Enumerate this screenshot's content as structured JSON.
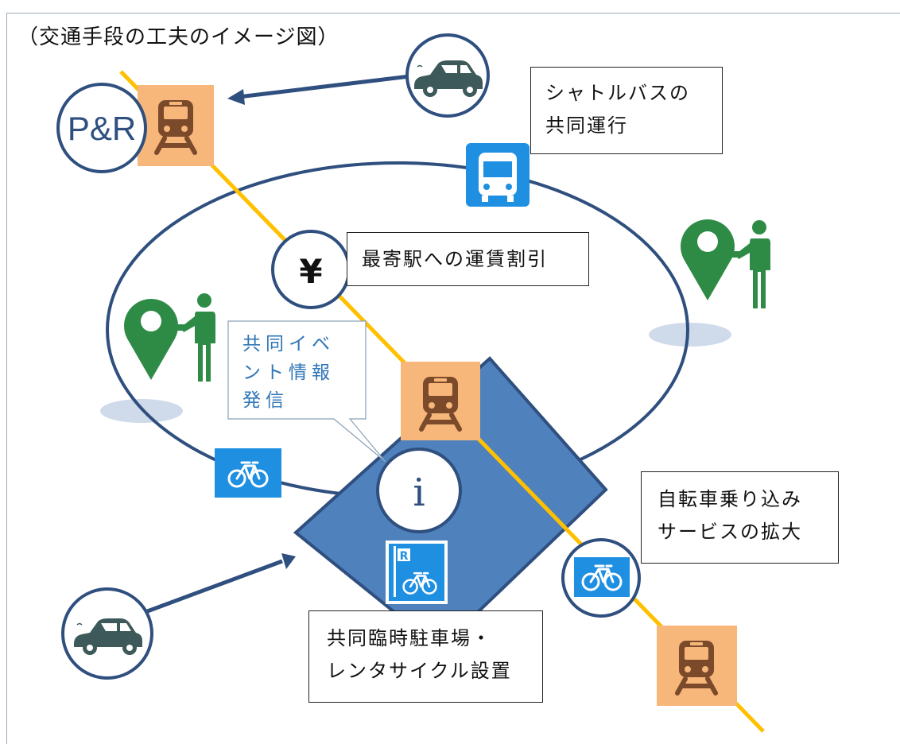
{
  "title": "（交通手段の工夫のイメージ図）",
  "labels": {
    "shuttle_line1": "シャトルバスの",
    "shuttle_line2": "共同運行",
    "fare_discount": "最寄駅への運賃割引",
    "event_line1": "共同イベ",
    "event_line2": "ント情報",
    "event_line3": "発信",
    "bike_line1": "自転車乗り込み",
    "bike_line2": "サービスの拡大",
    "parking_line1": "共同臨時駐車場・",
    "parking_line2": "レンタサイクル設置"
  },
  "icons": {
    "park_and_ride": "P&R",
    "yen": "¥",
    "info": "i",
    "parking_badge": "R"
  },
  "colors": {
    "rail_line": "#ffc000",
    "station_bg": "#f8b77a",
    "train": "#7a4a2a",
    "ellipse": "#2f4f7f",
    "area": "#4f81bd",
    "area_border": "#2f4f7f",
    "bus_bg": "#1e8fe1",
    "bike_bg": "#1e8fe1",
    "car": "#3d5959",
    "pin": "#2e8b46",
    "callout_text": "#2e75b6",
    "shadow": "#cfdbea"
  }
}
